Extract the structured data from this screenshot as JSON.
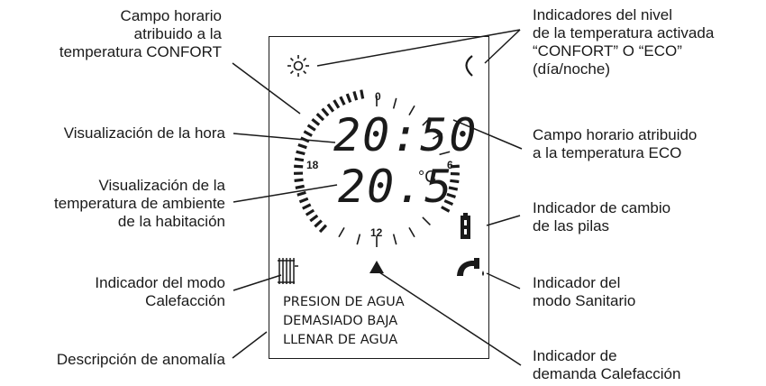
{
  "labels": {
    "confort_field": [
      "Campo horario",
      "atribuido a la",
      "temperatura CONFORT"
    ],
    "hour_display": [
      "Visualización de la hora"
    ],
    "ambient_temp": [
      "Visualización de la",
      "temperatura de ambiente",
      "de la habitación"
    ],
    "heating_mode": [
      "Indicador del modo",
      "Calefacción"
    ],
    "anomaly_desc": [
      "Descripción de anomalía"
    ],
    "level_indicators": [
      "Indicadores del nivel",
      "de la temperatura activada",
      "“CONFORT” O “ECO”",
      "(día/noche)"
    ],
    "eco_field": [
      "Campo horario atribuido",
      "a la temperatura ECO"
    ],
    "battery_change": [
      "Indicador de cambio",
      "de las pilas"
    ],
    "sanitary_mode": [
      "Indicador del",
      "modo Sanitario"
    ],
    "heating_demand": [
      "Indicador de",
      "demanda Calefacción"
    ]
  },
  "display": {
    "time": "20:50",
    "temperature": "20.5",
    "unit": "°C",
    "dial_numbers": {
      "top": "0",
      "right": "6",
      "bottom": "12",
      "left": "18"
    },
    "anomaly_lines": [
      "PRESION DE AGUA",
      "DEMASIADO BAJA",
      "LLENAR DE AGUA"
    ]
  },
  "icons": {
    "sun": "sun-icon",
    "moon": "moon-icon",
    "battery": "battery-icon",
    "radiator": "radiator-icon",
    "faucet": "faucet-icon",
    "triangle": "heating-demand-triangle-icon"
  }
}
